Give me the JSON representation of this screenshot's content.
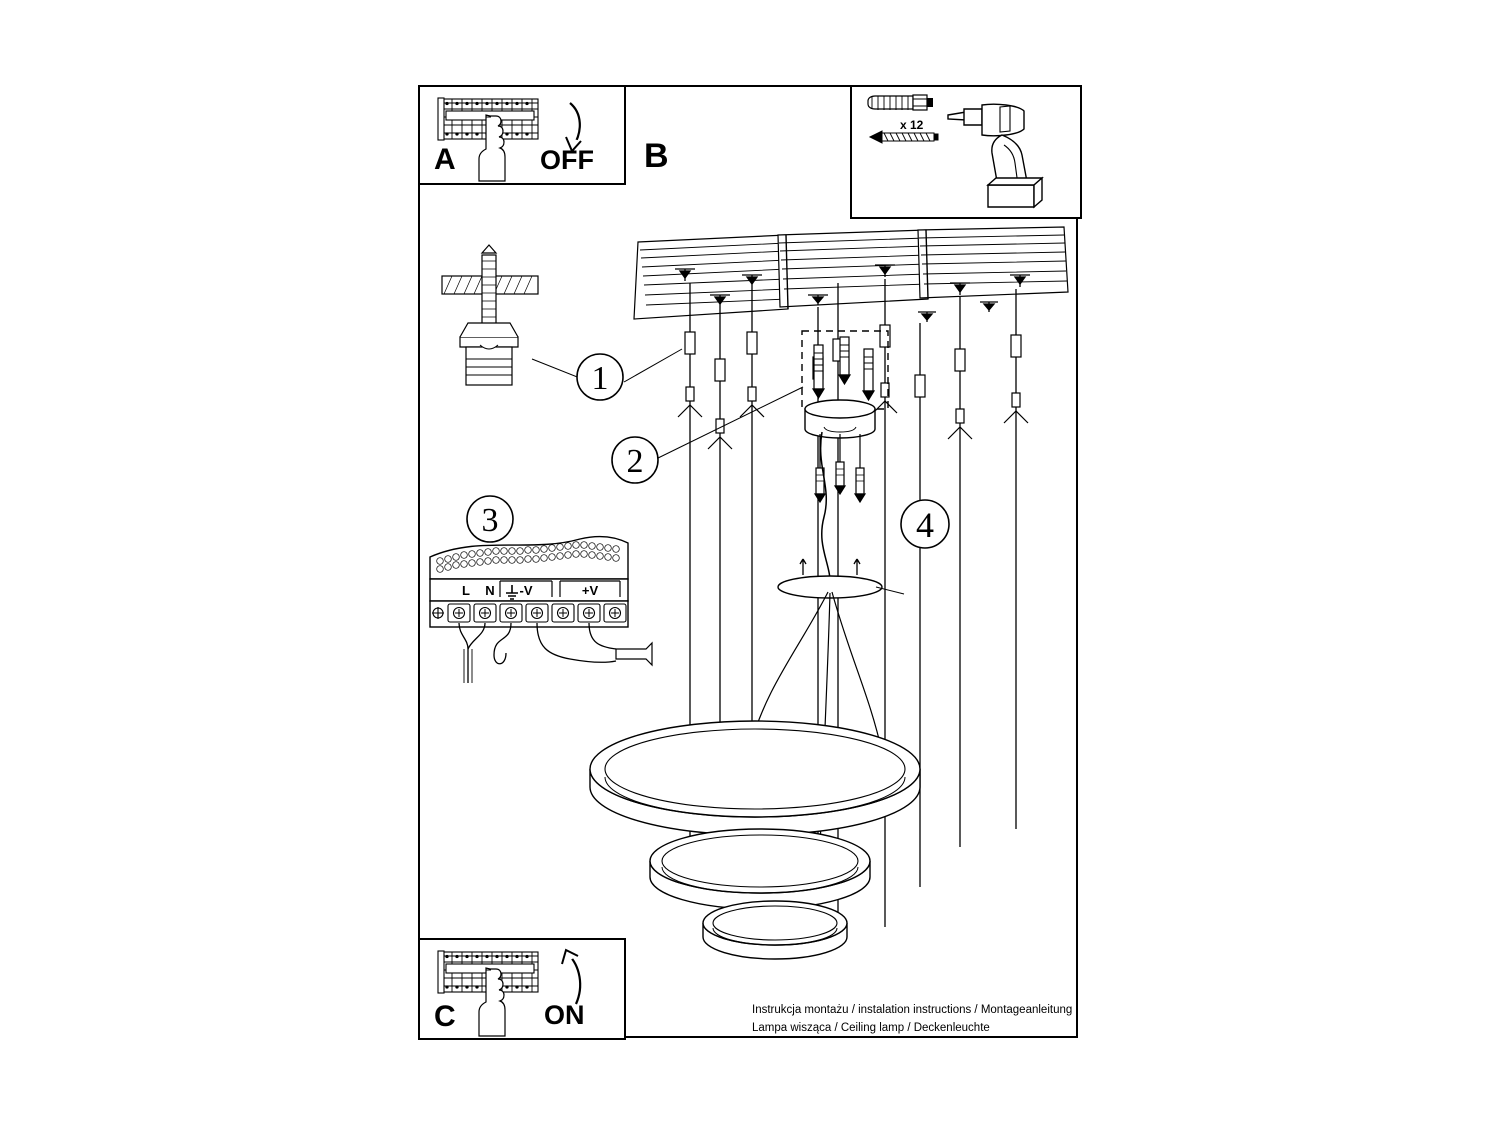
{
  "document": {
    "kind": "assembly-instruction-sheet",
    "product_caption_line1": "Instrukcja montażu / instalation instructions / Montageanleitung",
    "product_caption_line2": "Lampa wisząca / Ceiling lamp / Deckenleuchte"
  },
  "steps": {
    "a": {
      "letter": "A",
      "action_label": "OFF",
      "icon_breaker": "circuit-breaker-panel-icon",
      "icon_hand": "hand-pointing-icon",
      "icon_arrow": "curved-arrow-down-icon"
    },
    "b": {
      "letter": "B",
      "anchor_count": "x 12",
      "icon_anchor": "wall-plug-anchor-icon",
      "icon_screw": "screw-icon",
      "icon_drill": "power-drill-icon"
    },
    "c": {
      "letter": "C",
      "action_label": "ON",
      "icon_breaker": "circuit-breaker-panel-icon",
      "icon_hand": "hand-pointing-icon",
      "icon_arrow": "curved-arrow-up-icon"
    }
  },
  "callouts": [
    {
      "id": "1",
      "number": "1",
      "refers_to": "toggle-bolt-ceiling-anchor"
    },
    {
      "id": "2",
      "number": "2",
      "refers_to": "suspension-rod-detail"
    },
    {
      "id": "3",
      "number": "3",
      "refers_to": "led-power-supply-driver"
    },
    {
      "id": "4",
      "number": "4",
      "refers_to": "canopy-cover-disc"
    }
  ],
  "power_supply": {
    "terminals": [
      {
        "label": "L"
      },
      {
        "label": "N"
      },
      {
        "label": "⏚"
      },
      {
        "label": "-V"
      },
      {
        "label": "+V"
      }
    ],
    "screw_terminal_count": 7
  },
  "fixture": {
    "ring_count": 3,
    "rings": [
      {
        "index": 1,
        "position": "top",
        "relative_diameter": 1.0
      },
      {
        "index": 2,
        "position": "middle",
        "relative_diameter": 0.66
      },
      {
        "index": 3,
        "position": "bottom",
        "relative_diameter": 0.4
      }
    ],
    "ceiling_panel_count": 3,
    "suspension_cable_count": 9
  }
}
